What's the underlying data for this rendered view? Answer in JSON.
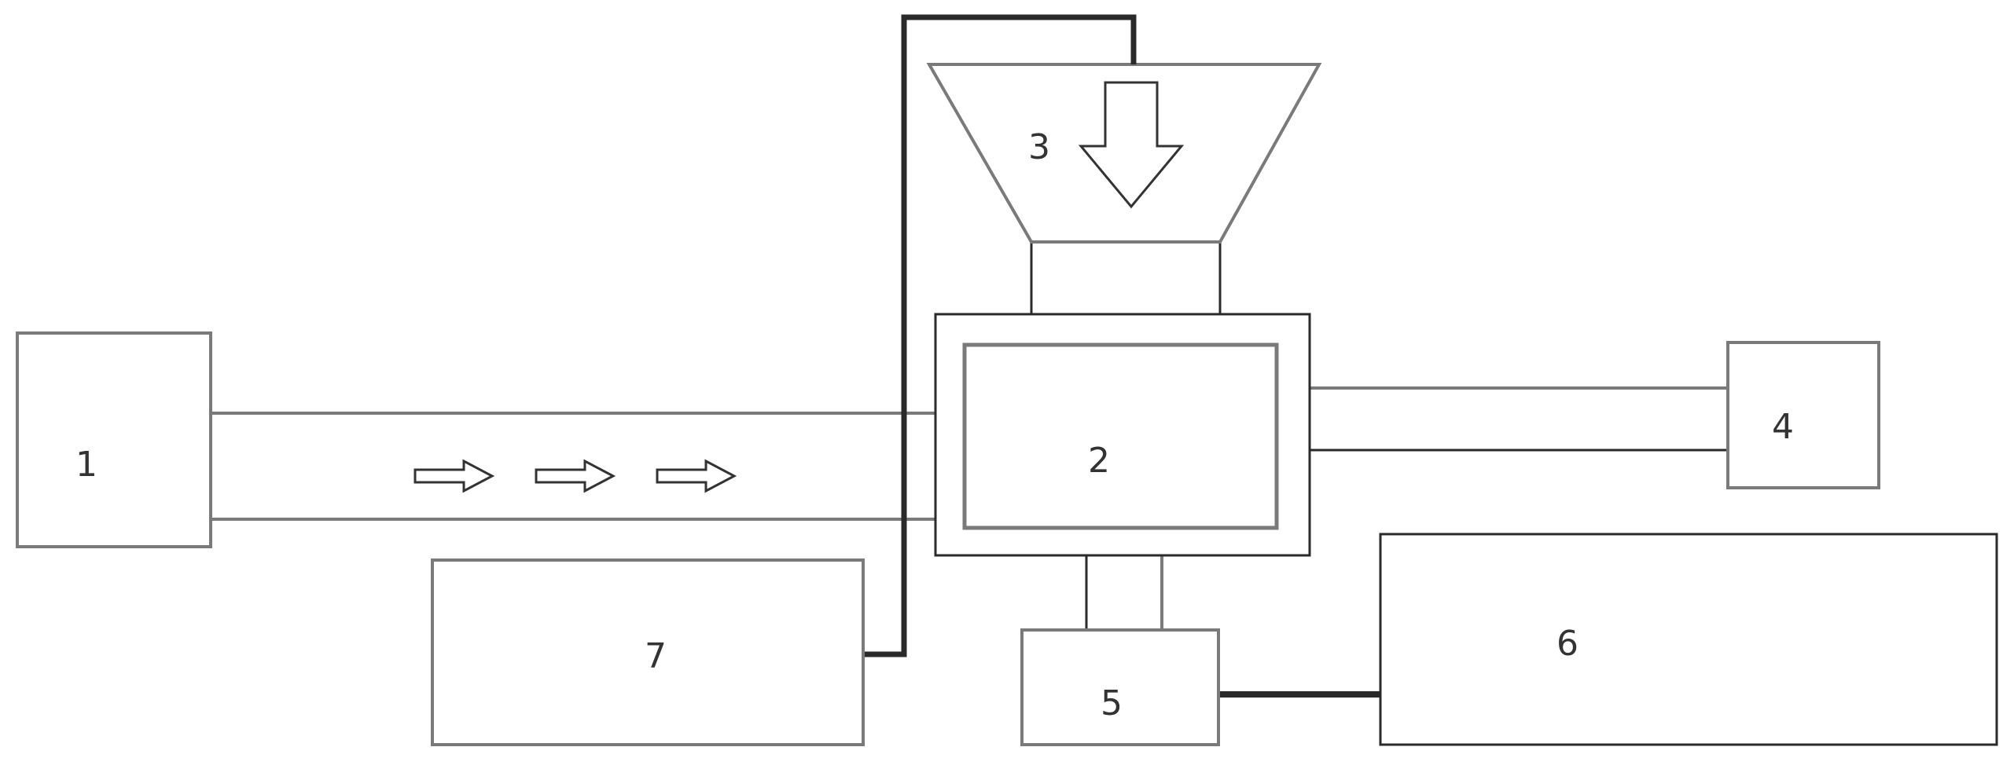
{
  "components": {
    "c1": {
      "label": "1"
    },
    "c2": {
      "label": "2"
    },
    "c3": {
      "label": "3"
    },
    "c4": {
      "label": "4"
    },
    "c5": {
      "label": "5"
    },
    "c6": {
      "label": "6"
    },
    "c7": {
      "label": "7"
    }
  },
  "colors": {
    "line_dark": "#2a2a2a",
    "line_grey": "#7a7a7a",
    "text": "#333333",
    "background": "#ffffff"
  }
}
